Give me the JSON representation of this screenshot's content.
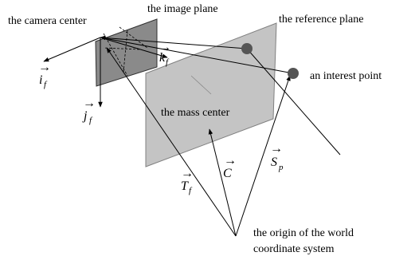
{
  "labels": {
    "camera_center": "the camera center",
    "image_plane": "the image plane",
    "reference_plane": "the reference plane",
    "interest_point": "an interest point",
    "mass_center": "the mass center",
    "origin_line1": "the origin of the world",
    "origin_line2": "coordinate system"
  },
  "vectors": {
    "i": {
      "arrow": "→",
      "letter": "i",
      "sub": "f"
    },
    "j": {
      "arrow": "→",
      "letter": "j",
      "sub": "f"
    },
    "k": {
      "arrow": "→",
      "letter": "k",
      "sub": "f"
    },
    "T": {
      "arrow": "→",
      "letter": "T",
      "sub": "f"
    },
    "C": {
      "arrow": "→",
      "letter": "C",
      "sub": ""
    },
    "S": {
      "arrow": "→",
      "letter": "S",
      "sub": "p"
    }
  },
  "colors": {
    "image_plane_fill": "#8a8a8a",
    "reference_plane_fill": "#c4c4c4",
    "point_fill": "#555555",
    "stroke": "#000000"
  }
}
